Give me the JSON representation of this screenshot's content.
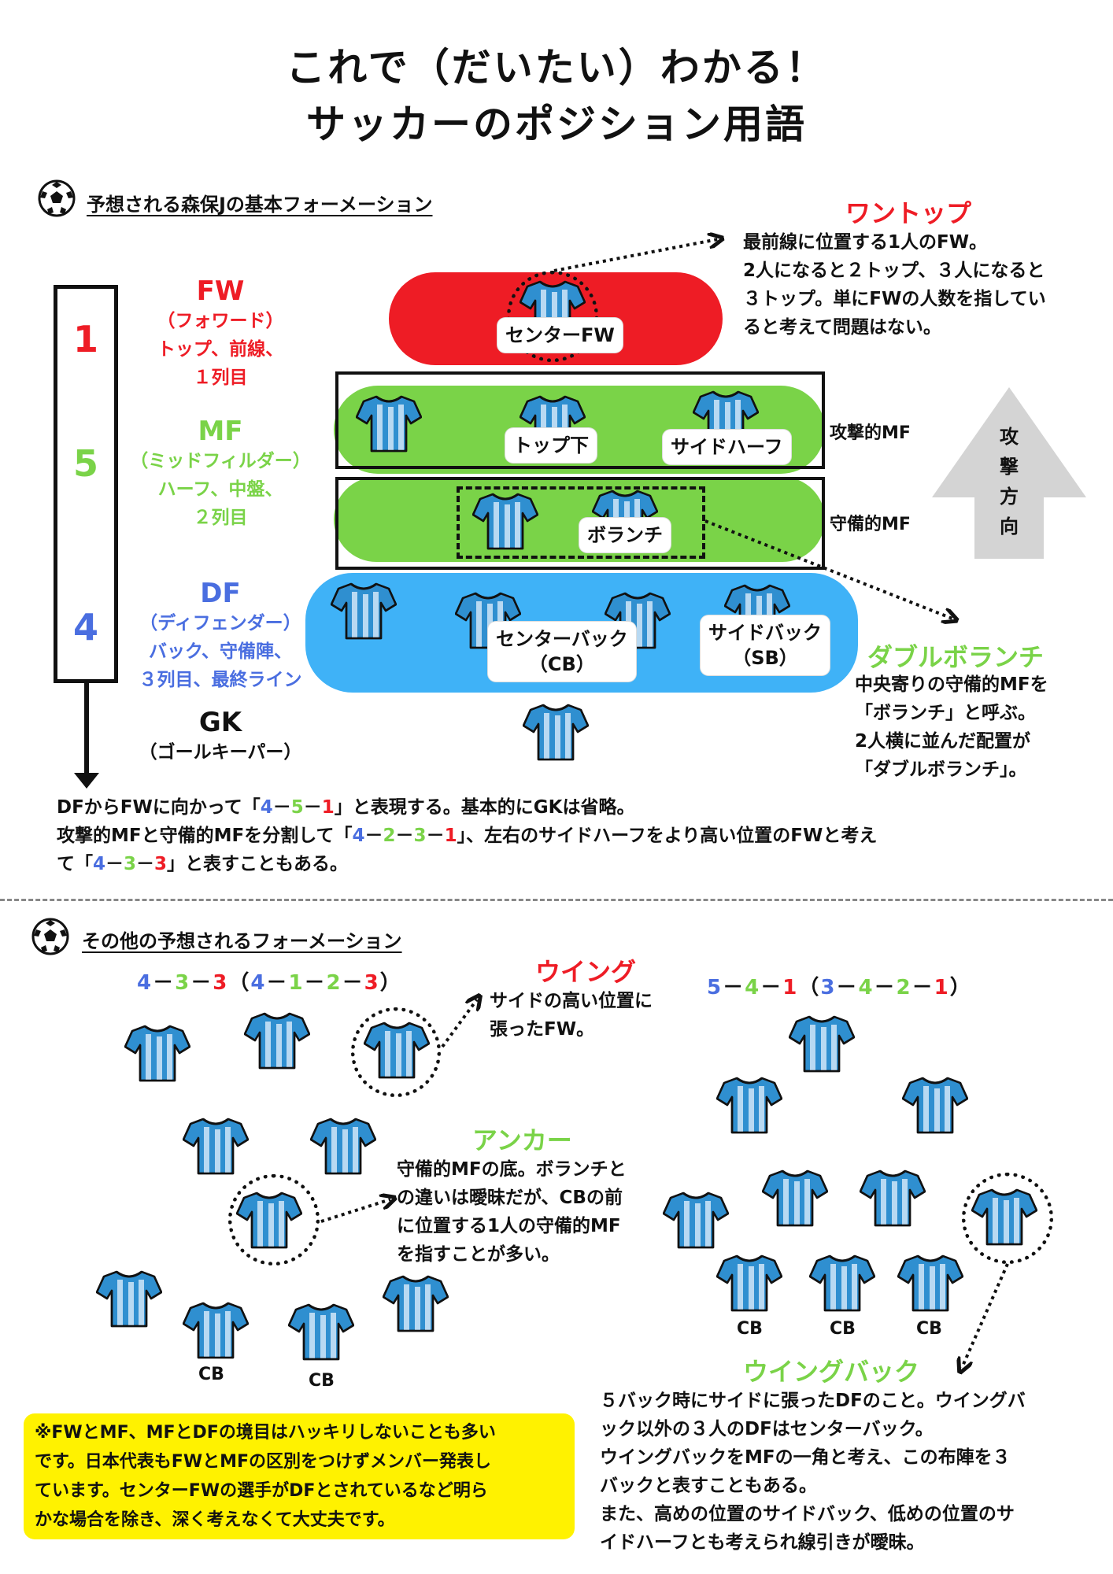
{
  "title": {
    "line1": "これで（だいたい）わかる！",
    "line2": "サッカーのポジション用語"
  },
  "section1": {
    "heading": "予想される森保Jの基本フォーメーション",
    "icon": "soccer-ball-icon"
  },
  "section2": {
    "heading": "その他の予想されるフォーメーション",
    "icon": "soccer-ball-icon"
  },
  "lines": {
    "fw": {
      "count": "1",
      "head": "FW",
      "sub1": "（フォワード）",
      "sub2": "トップ、前線、",
      "sub3": "１列目"
    },
    "mf": {
      "count": "5",
      "head": "MF",
      "sub1": "（ミッドフィルダー）",
      "sub2": "ハーフ、中盤、",
      "sub3": "２列目"
    },
    "df": {
      "count": "4",
      "head": "DF",
      "sub1": "（ディフェンダー）",
      "sub2": "バック、守備陣、",
      "sub3": "３列目、最終ライン"
    },
    "gk": {
      "head": "GK",
      "sub1": "（ゴールキーパー）"
    }
  },
  "field_labels": {
    "center_fw": "センターFW",
    "top_shita": "トップ下",
    "side_half": "サイドハーフ",
    "volante": "ボランチ",
    "center_back": "センターバック",
    "center_back_abbr": "（CB）",
    "side_back": "サイドバック",
    "side_back_abbr": "（SB）",
    "attacking_mf": "攻撃的MF",
    "defensive_mf": "守備的MF",
    "attack_dir": [
      "攻",
      "撃",
      "方",
      "向"
    ]
  },
  "one_top": {
    "term": "ワントップ",
    "lines": [
      "最前線に位置する1人のFW。",
      "2人になると２トップ、３人になると",
      "３トップ。単にFWの人数を指してい",
      "ると考えて問題はない。"
    ]
  },
  "double_volante": {
    "term": "ダブルボランチ",
    "lines": [
      "中央寄りの守備的MFを",
      "「ボランチ」と呼ぶ。",
      "2人横に並んだ配置が",
      "「ダブルボランチ」。"
    ]
  },
  "explain": {
    "l1_a": "DFからFWに向かって「",
    "l1_n1": "4",
    "l1_d1": "－",
    "l1_n2": "5",
    "l1_d2": "－",
    "l1_n3": "1",
    "l1_b": "」と表現する。基本的にGKは省略。",
    "l2_a": "攻撃的MFと守備的MFを分割して「",
    "l2_n1": "4",
    "l2_d1": "－",
    "l2_n2": "2",
    "l2_d2": "－",
    "l2_n3": "3",
    "l2_d3": "－",
    "l2_n4": "1",
    "l2_b": "」、左右のサイドハーフをより高い位置のFWと考え",
    "l3_a": "て「",
    "l3_n1": "4",
    "l3_d1": "－",
    "l3_n2": "3",
    "l3_d2": "－",
    "l3_n3": "3",
    "l3_b": "」と表すこともある。"
  },
  "formation_a": {
    "n1": "4",
    "d1": "－",
    "n2": "3",
    "d2": "－",
    "n3": "3",
    "p1": "（",
    "m1": "4",
    "e1": "－",
    "m2": "1",
    "e2": "－",
    "m3": "2",
    "e3": "－",
    "m4": "3",
    "p2": "）",
    "cb1": "CB",
    "cb2": "CB"
  },
  "formation_b": {
    "n1": "5",
    "d1": "－",
    "n2": "4",
    "d2": "－",
    "n3": "1",
    "p1": "（",
    "m1": "3",
    "e1": "－",
    "m2": "4",
    "e2": "－",
    "m3": "2",
    "e3": "－",
    "m4": "1",
    "p2": "）",
    "cb1": "CB",
    "cb2": "CB",
    "cb3": "CB"
  },
  "wing": {
    "term": "ウイング",
    "lines": [
      "サイドの高い位置に",
      "張ったFW。"
    ]
  },
  "anchor": {
    "term": "アンカー",
    "lines": [
      "守備的MFの底。ボランチと",
      "の違いは曖昧だが、CBの前",
      "に位置する1人の守備的MF",
      "を指すことが多い。"
    ]
  },
  "wingback": {
    "term": "ウイングバック",
    "lines": [
      "５バック時にサイドに張ったDFのこと。ウイングバ",
      "ック以外の３人のDFはセンターバック。",
      "ウイングバックをMFの一角と考え、この布陣を３",
      "バックと表すこともある。",
      "また、高めの位置のサイドバック、低めの位置のサ",
      "イドハーフとも考えられ線引きが曖昧。"
    ]
  },
  "note": {
    "lines": [
      "※FWとMF、MFとDFの境目はハッキリしないことも多い",
      "です。日本代表もFWとMFの区別をつけずメンバー発表し",
      "ています。センターFWの選手がDFとされているなど明ら",
      "かな場合を除き、深く考えなくて大丈夫です。"
    ]
  },
  "colors": {
    "fw_band": "#ee1c25",
    "mf_band": "#7ad348",
    "df_band": "#3fb2f7",
    "shirt_blue": "#2f8fd0",
    "shirt_light": "#b8d9f2",
    "note_bg": "#fff200",
    "arrow_grey": "#d4d4d4"
  },
  "icons": {
    "shirt": "soccer-jersey-icon",
    "arrow_up": "up-arrow-icon",
    "arrow_down": "down-arrow-icon"
  }
}
